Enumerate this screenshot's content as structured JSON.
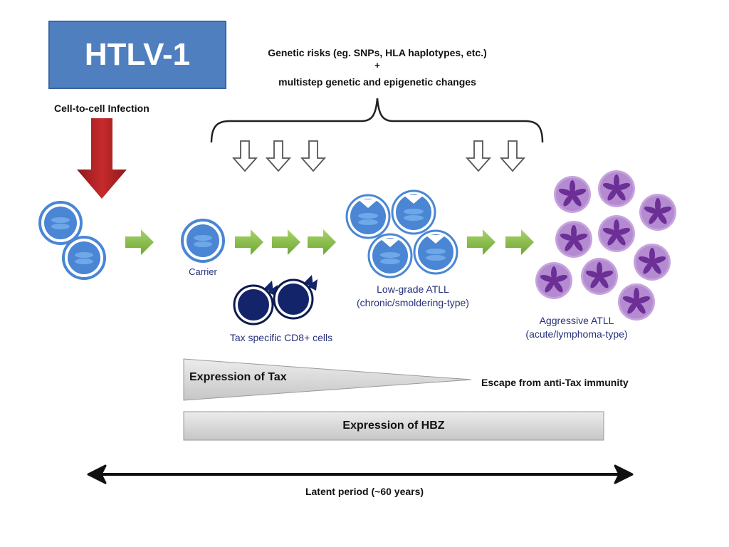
{
  "title": "HTLV-1",
  "labels": {
    "infection": "Cell-to-cell Infection",
    "genetic_line1": "Genetic risks (eg. SNPs, HLA haplotypes, etc.)",
    "genetic_plus": "+",
    "genetic_line2": "multistep genetic and epigenetic changes",
    "carrier": "Carrier",
    "cd8": "Tax specific CD8+ cells",
    "low_grade_1": "Low-grade ATLL",
    "low_grade_2": "(chronic/smoldering-type)",
    "aggressive_1": "Aggressive ATLL",
    "aggressive_2": "(acute/lymphoma-type)",
    "tax_expression": "Expression of Tax",
    "escape": "Escape from anti-Tax immunity",
    "hbz_expression": "Expression of HBZ",
    "latent": "Latent period (~60 years)"
  },
  "colors": {
    "title_bg": "#4f7fbf",
    "infection_arrow": "#b52325",
    "progression_arrow": "#8dbf4a",
    "cell_blue": "#4a86d4",
    "cd8_cell": "#14246b",
    "atll_cell": "#9b5fc0",
    "bar_gray": "#d9d9d9"
  }
}
